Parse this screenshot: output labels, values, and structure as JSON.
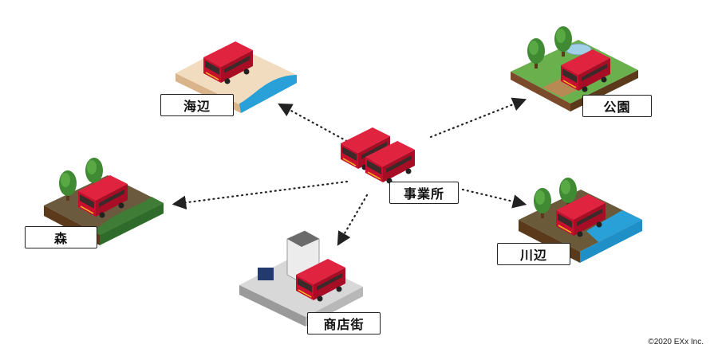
{
  "nodes": {
    "hub": {
      "label": "事業所"
    },
    "beach": {
      "label": "海辺"
    },
    "park": {
      "label": "公園"
    },
    "forest": {
      "label": "森"
    },
    "river": {
      "label": "川辺"
    },
    "shopping": {
      "label": "商店街"
    }
  },
  "colors": {
    "bus_body": "#c8102e",
    "bus_roof": "#e0233f",
    "bus_window": "#3a2a2a",
    "grass": "#6ab04c",
    "soil": "#7a4a2a",
    "water": "#1f8fc8",
    "sand": "#f2dcc0",
    "street": "#d8d8d8",
    "arrow": "#222222"
  },
  "footer": {
    "copyright": "©2020 EXx Inc."
  }
}
